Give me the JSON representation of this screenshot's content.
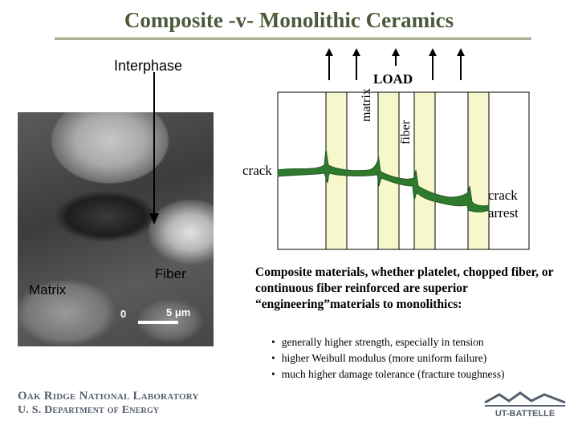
{
  "title": "Composite -v- Monolithic Ceramics",
  "micrograph": {
    "interphase_label": "Interphase",
    "fiber_label": "Fiber",
    "matrix_label": "Matrix",
    "scale_zero": "0",
    "scale_unit": "5 μm"
  },
  "diagram": {
    "load_label": "LOAD",
    "matrix_label": "matrix",
    "fiber_label": "fiber",
    "crack_label": "crack",
    "crack_arrest_label": "crack arrest"
  },
  "paragraph": "Composite materials, whether platelet, chopped fiber, or continuous fiber reinforced are superior “engineering”materials to monolithics:",
  "bullets": [
    "generally higher strength, especially in tension",
    "higher Weibull modulus (more uniform failure)",
    "much higher damage tolerance (fracture toughness)"
  ],
  "footer": {
    "org_name": "Oak Ridge National Laboratory",
    "dept_name": "U. S. Department of Energy",
    "logo_text": "UT-BATTELLE"
  },
  "colors": {
    "title": "#4a5a3a",
    "crack": "#2f7a2f",
    "fiber_fill": "#f7f7cc",
    "footer_text": "#555e6c"
  }
}
